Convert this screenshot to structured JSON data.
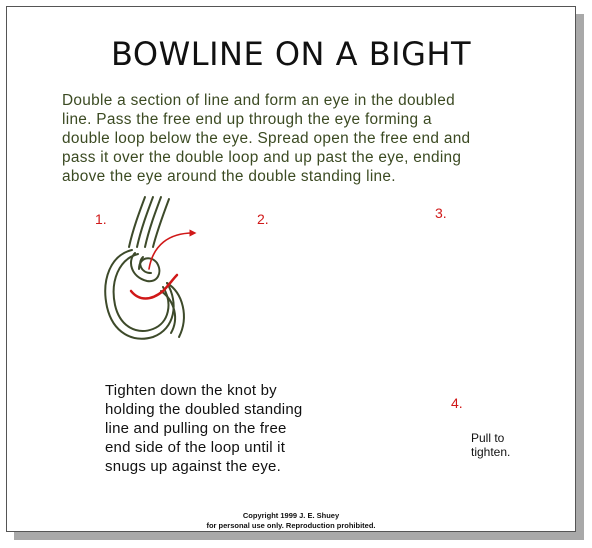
{
  "title": "BOWLINE ON A BIGHT",
  "intro_lines": [
    "Double a section of line and form an eye in the doubled",
    "line. Pass the free end up through the eye forming a",
    "double loop below the eye. Spread open the free end and",
    "pass it over the double loop and up past the eye, ending",
    "above the eye around the double standing line."
  ],
  "steps": [
    "1.",
    "2.",
    "3.",
    "4."
  ],
  "tighten_lines": [
    "Tighten down the knot by",
    "holding the doubled standing",
    "line and pulling on the free",
    "end side of the loop until it",
    "snugs up against the eye."
  ],
  "pull_lines": [
    "Pull to",
    "tighten."
  ],
  "copyright_lines": [
    "Copyright 1999 J. E. Shuey",
    "for personal use only. Reproduction prohibited."
  ],
  "colors": {
    "rope": "#3d4a2a",
    "arrow": "#d01818",
    "text": "#111111",
    "intro_text": "#3b4a22"
  }
}
